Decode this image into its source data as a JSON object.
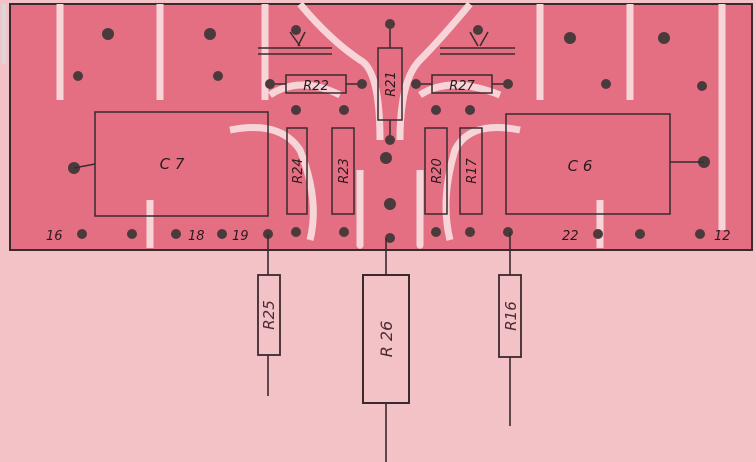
{
  "board": {
    "colors": {
      "substrate": "#f2c2c7",
      "copper": "#e46f83",
      "outline": "#3a2a2e",
      "pad": "#4a3a3c",
      "trace_gap": "#f6d4d8"
    }
  },
  "components": {
    "c7": "C 7",
    "c6": "C 6",
    "r22": "R22",
    "r21": "R21",
    "r27": "R27",
    "r24": "R24",
    "r23": "R23",
    "r20": "R20",
    "r17": "R17",
    "r25": "R25",
    "r26": "R 26",
    "r16": "R16"
  },
  "pin_labels": {
    "p16": "16",
    "p18": "18",
    "p19": "19",
    "p22": "22",
    "p12": "12"
  }
}
